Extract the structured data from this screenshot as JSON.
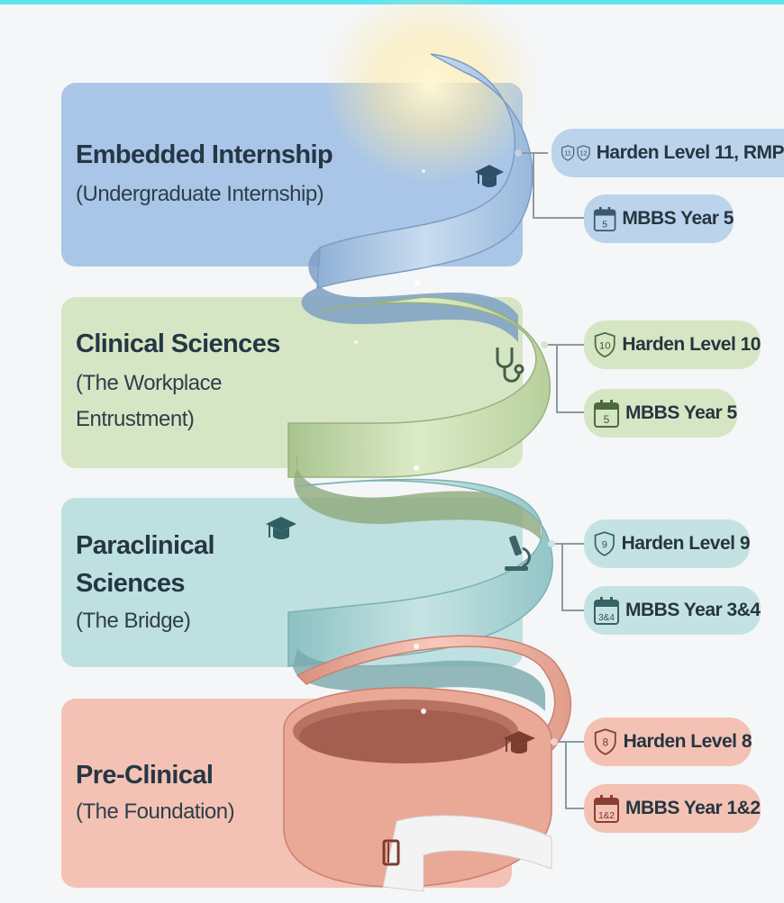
{
  "colors": {
    "internship": "#a9c6e8",
    "clinical": "#d6e6c4",
    "paraclinical": "#bfe0e0",
    "preclinical": "#f3c2b4",
    "accent_top": "#5fe3ee"
  },
  "stages": [
    {
      "title": "Embedded Internship",
      "subtitle": [
        "(Undergraduate Internship)"
      ],
      "harden": {
        "text": "Harden Level 11, RMP",
        "badges": [
          "11",
          "12"
        ]
      },
      "year": {
        "text": "MBBS Year 5",
        "badge": "5"
      }
    },
    {
      "title": "Clinical Sciences",
      "subtitle": [
        "(The Workplace",
        "Entrustment)"
      ],
      "harden": {
        "text": "Harden Level 10",
        "badges": [
          "10"
        ]
      },
      "year": {
        "text": "MBBS Year 5",
        "badge": "5"
      }
    },
    {
      "title": [
        "Paraclinical",
        "Sciences"
      ],
      "subtitle": [
        "(The Bridge)"
      ],
      "harden": {
        "text": "Harden Level 9",
        "badges": [
          "9"
        ]
      },
      "year": {
        "text": "MBBS Year 3&4",
        "badge": "3&4"
      }
    },
    {
      "title": "Pre-Clinical",
      "subtitle": [
        "(The Foundation)"
      ],
      "harden": {
        "text": "Harden Level 8",
        "badges": [
          "8"
        ]
      },
      "year": {
        "text": "MBBS Year 1&2",
        "badge": "1&2"
      }
    }
  ],
  "icons": [
    "graduation-cap-icon",
    "stethoscope-icon",
    "microscope-icon",
    "book-icon",
    "shield-icon",
    "calendar-icon"
  ]
}
